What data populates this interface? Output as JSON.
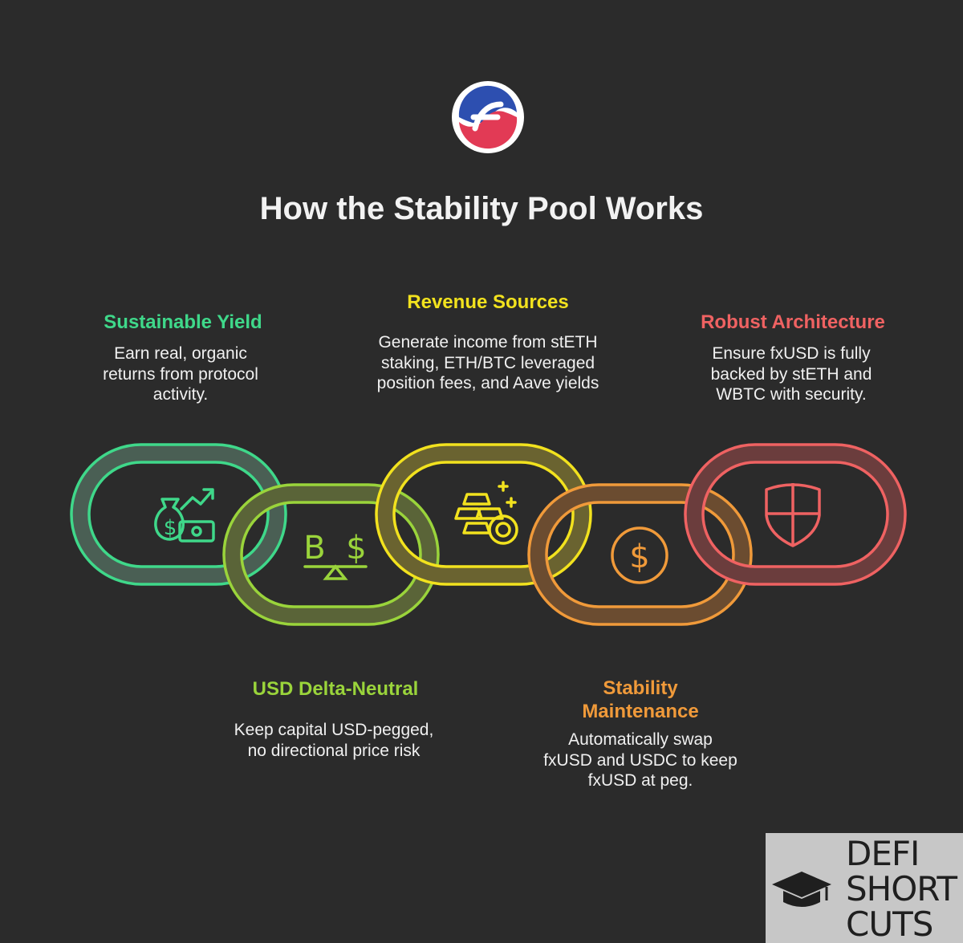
{
  "title": "How the Stability Pool Works",
  "colors": {
    "background": "#2b2b2b",
    "green": "#3fd88a",
    "lime": "#9ad43b",
    "yellow": "#f2e21e",
    "orange": "#f09a3a",
    "red": "#ef6262"
  },
  "sections": [
    {
      "heading": "Sustainable Yield",
      "lines": [
        "Earn real, organic",
        "returns from protocol",
        "activity."
      ],
      "icon": "money-bag-growth-icon"
    },
    {
      "heading": "USD Delta-Neutral",
      "lines": [
        "Keep capital USD-pegged,",
        "no directional price risk"
      ],
      "icon": "bitcoin-dollar-balance-icon"
    },
    {
      "heading": "Revenue Sources",
      "lines": [
        "Generate income from stETH",
        "staking, ETH/BTC leveraged",
        "position fees, and Aave yields"
      ],
      "icon": "gold-bars-coins-icon"
    },
    {
      "heading_lines": [
        "Stability",
        "Maintenance"
      ],
      "lines": [
        "Automatically swap",
        "fxUSD and USDC to keep",
        "fxUSD at peg."
      ],
      "icon": "dollar-coin-icon"
    },
    {
      "heading": "Robust Architecture",
      "lines": [
        "Ensure fxUSD is fully",
        "backed by stETH and",
        "WBTC with security."
      ],
      "icon": "shield-icon"
    }
  ],
  "badge": {
    "lines": [
      "DEFI",
      "SHORT",
      "CUTS"
    ],
    "icon": "graduation-cap-icon"
  }
}
